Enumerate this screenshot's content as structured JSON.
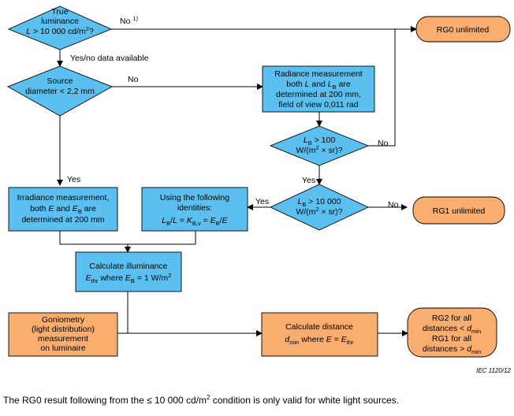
{
  "decisions": {
    "true_luminance": {
      "line1": "True",
      "line2": "luminance",
      "line3_pre": "L > 10 000 cd/m",
      "line3_sup": "2",
      "line3_post": "?"
    },
    "source_diameter": {
      "line1": "Source",
      "line2": "diameter < 2,2 mm"
    },
    "lb_100": {
      "line1": "L",
      "line1_sub": "B",
      "line1_post": " > 100",
      "line2_pre": "W/(m",
      "line2_sup": "2",
      "line2_post": " × sr)?"
    },
    "lb_10000": {
      "line1": "L",
      "line1_sub": "B",
      "line1_post": " > 10 000",
      "line2_pre": "W/(m",
      "line2_sup": "2",
      "line2_post": " × sr)?"
    }
  },
  "process": {
    "radiance": {
      "line1": "Radiance measurement",
      "line2_a": "both ",
      "line2_b": "L",
      "line2_c": " and ",
      "line2_d": "L",
      "line2_sub": "B",
      "line2_e": " are",
      "line3": "determined at 200 mm,",
      "line4": "field of view 0,011 rad"
    },
    "irradiance": {
      "line1": "Irradiance measurement,",
      "line2_a": "both ",
      "line2_b": "E",
      "line2_c": " and ",
      "line2_d": "E",
      "line2_sub": "B",
      "line2_e": " are",
      "line3": "determined at 200 mm"
    },
    "identities": {
      "line1": "Using the following",
      "line2": "identities:",
      "formula": "LB/L = KB,v = EB/E"
    },
    "illuminance": {
      "line1": "Calculate illuminance",
      "line2": "Ethr where EB = 1 W/m2"
    },
    "goniometry": {
      "line1": "Goniometry",
      "line2": "(light distribution)",
      "line3": "measurement",
      "line4": "on luminaire"
    },
    "distance": {
      "line1": "Calculate distance",
      "line2": "dmin where E = Ethr"
    }
  },
  "results": {
    "rg0": "RG0 unlimited",
    "rg1": "RG1 unlimited",
    "rg2": {
      "line1": "RG2 for all",
      "line2": "distances < dmin",
      "line3": "RG1 for all",
      "line4": "distances > dmin"
    }
  },
  "labels": {
    "no_1": "No",
    "no_1_sup": "1)",
    "yes_no_data": "Yes/no data available",
    "no_2": "No",
    "no_3": "No",
    "yes_1": "Yes",
    "yes_2": "Yes",
    "yes_3": "Yes",
    "no_4": "No"
  },
  "reference": "IEC   1120/12",
  "footnote": {
    "pre": "The RG0 result following from the ≤ 10 000 cd/m",
    "sup": "2",
    "post": " condition is only valid for white light sources."
  }
}
